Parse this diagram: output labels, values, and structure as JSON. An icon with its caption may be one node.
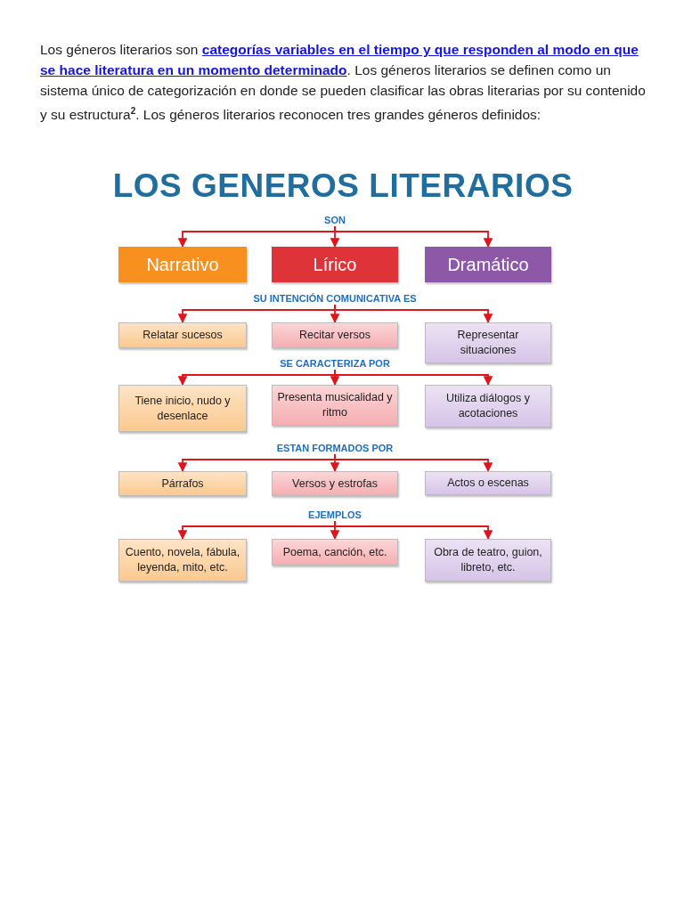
{
  "diagram": {
    "title": "LOS GENEROS LITERARIOS",
    "nodes": [
      {
        "text": [
          "SON"
        ]
      },
      {
        "text": [
          "Narrativo"
        ]
      },
      {
        "text": [
          "Lírico"
        ]
      },
      {
        "text": [
          "Dramático"
        ]
      },
      {
        "text": [
          "SU INTENCIÓN COMUNICATIVA ES"
        ]
      },
      {
        "text": [
          "Relatar sucesos"
        ]
      },
      {
        "text": [
          "Recitar versos"
        ]
      },
      {
        "text": [
          "Representar situaciones"
        ]
      },
      {
        "text": [
          "SE CARACTERIZA POR"
        ]
      },
      {
        "text": [
          "Tiene inicio, nudo y desenlace"
        ]
      },
      {
        "text": [
          "Presenta musicalidad y ritmo"
        ]
      },
      {
        "text": [
          "Utiliza diálogos y acotaciones"
        ]
      },
      {
        "text": [
          "ESTAN FORMADOS POR"
        ]
      },
      {
        "text": [
          "Párrafos"
        ]
      },
      {
        "text": [
          "Versos y estrofas"
        ]
      },
      {
        "text": [
          "Actos o escenas"
        ]
      },
      {
        "text": [
          "EJEMPLOS"
        ]
      },
      {
        "text": [
          "Cuento, novela, fábula, leyenda, mito, etc."
        ]
      },
      {
        "text": [
          "Poema, canción, etc."
        ]
      },
      {
        "text": [
          "Obra de teatro, guion, libreto, etc."
        ]
      }
    ],
    "edges": [
      {
        "from": 0,
        "to": 1,
        "arrow": "to"
      },
      {
        "from": 0,
        "to": 2,
        "arrow": "to"
      },
      {
        "from": 0,
        "to": 3,
        "arrow": "to"
      },
      {
        "from": 4,
        "to": 5,
        "arrow": "to"
      },
      {
        "from": 4,
        "to": 6,
        "arrow": "to"
      },
      {
        "from": 4,
        "to": 7,
        "arrow": "to"
      },
      {
        "from": 8,
        "to": 9,
        "arrow": "to"
      },
      {
        "from": 8,
        "to": 10,
        "arrow": "to"
      },
      {
        "from": 8,
        "to": 11,
        "arrow": "to"
      },
      {
        "from": 12,
        "to": 13,
        "arrow": "to"
      },
      {
        "from": 12,
        "to": 14,
        "arrow": "to"
      },
      {
        "from": 12,
        "to": 15,
        "arrow": "to"
      },
      {
        "from": 16,
        "to": 17,
        "arrow": "to"
      },
      {
        "from": 16,
        "to": 18,
        "arrow": "to"
      },
      {
        "from": 16,
        "to": 19,
        "arrow": "to"
      }
    ],
    "labels": [
      "Los géneros literarios son **categorías variables en el tiempo y que responden al modo en que se hace literatura en un momento determinado**. Los géneros literarios se definen como un sistema único de categorización en donde se pueden clasificar las obras literarias por su contenido y su estructura$^{2}$. Los géneros literarios reconocen tres grandes géneros definidos:"
    ]
  }
}
